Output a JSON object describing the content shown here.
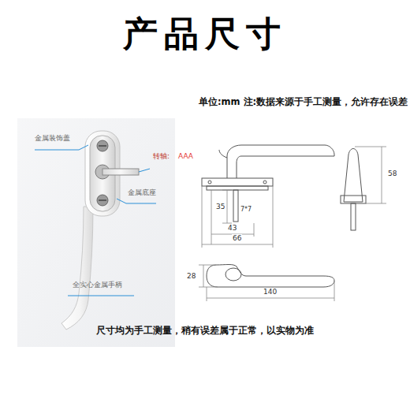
{
  "diagram": {
    "title": "产品尺寸",
    "labels": [
      "单位:mm 注:数据来源于手工测量，允许存在误差",
      "金属装饰盖",
      "转轴:",
      "AAA",
      "金属底座",
      "全实心金属手柄",
      "35",
      "7*7",
      "43",
      "66",
      "58",
      "28",
      "140",
      "尺寸均为手工测量，稍有误差属于正常，以实物为准"
    ]
  }
}
